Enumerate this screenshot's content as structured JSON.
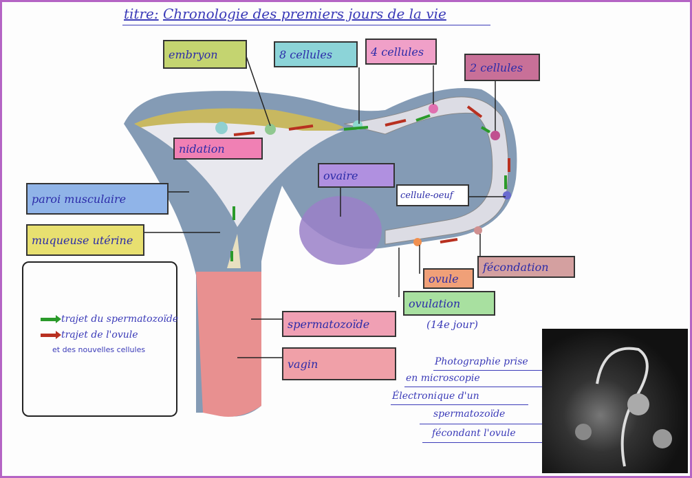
{
  "title": {
    "prefix": "titre:",
    "text": "Chronologie des premiers jours de la vie"
  },
  "labels": {
    "embryon": "embryon",
    "cells8": "8 cellules",
    "cells4": "4 cellules",
    "cells2": "2 cellules",
    "nidation": "nidation",
    "paroi": "paroi musculaire",
    "muqueuse": "muqueuse utérine",
    "ovaire": "ovaire",
    "oeuf": "cellule-oeuf",
    "ovule": "ovule",
    "fecondation": "fécondation",
    "ovulation": "ovulation",
    "jour": "(14e jour)",
    "spermatozoide": "spermatozoïde",
    "vagin": "vagin"
  },
  "legend": {
    "sperm": "trajet du spermatozoïde",
    "ovule": "trajet de l'ovule",
    "ovule2": "et des nouvelles cellules",
    "sperm_color": "#2a9a2a",
    "ovule_color": "#b83020"
  },
  "caption": [
    "Photographie prise",
    "en microscopie",
    "Électronique d'un",
    "spermatozoïde",
    "fécondant l'ovule"
  ]
}
